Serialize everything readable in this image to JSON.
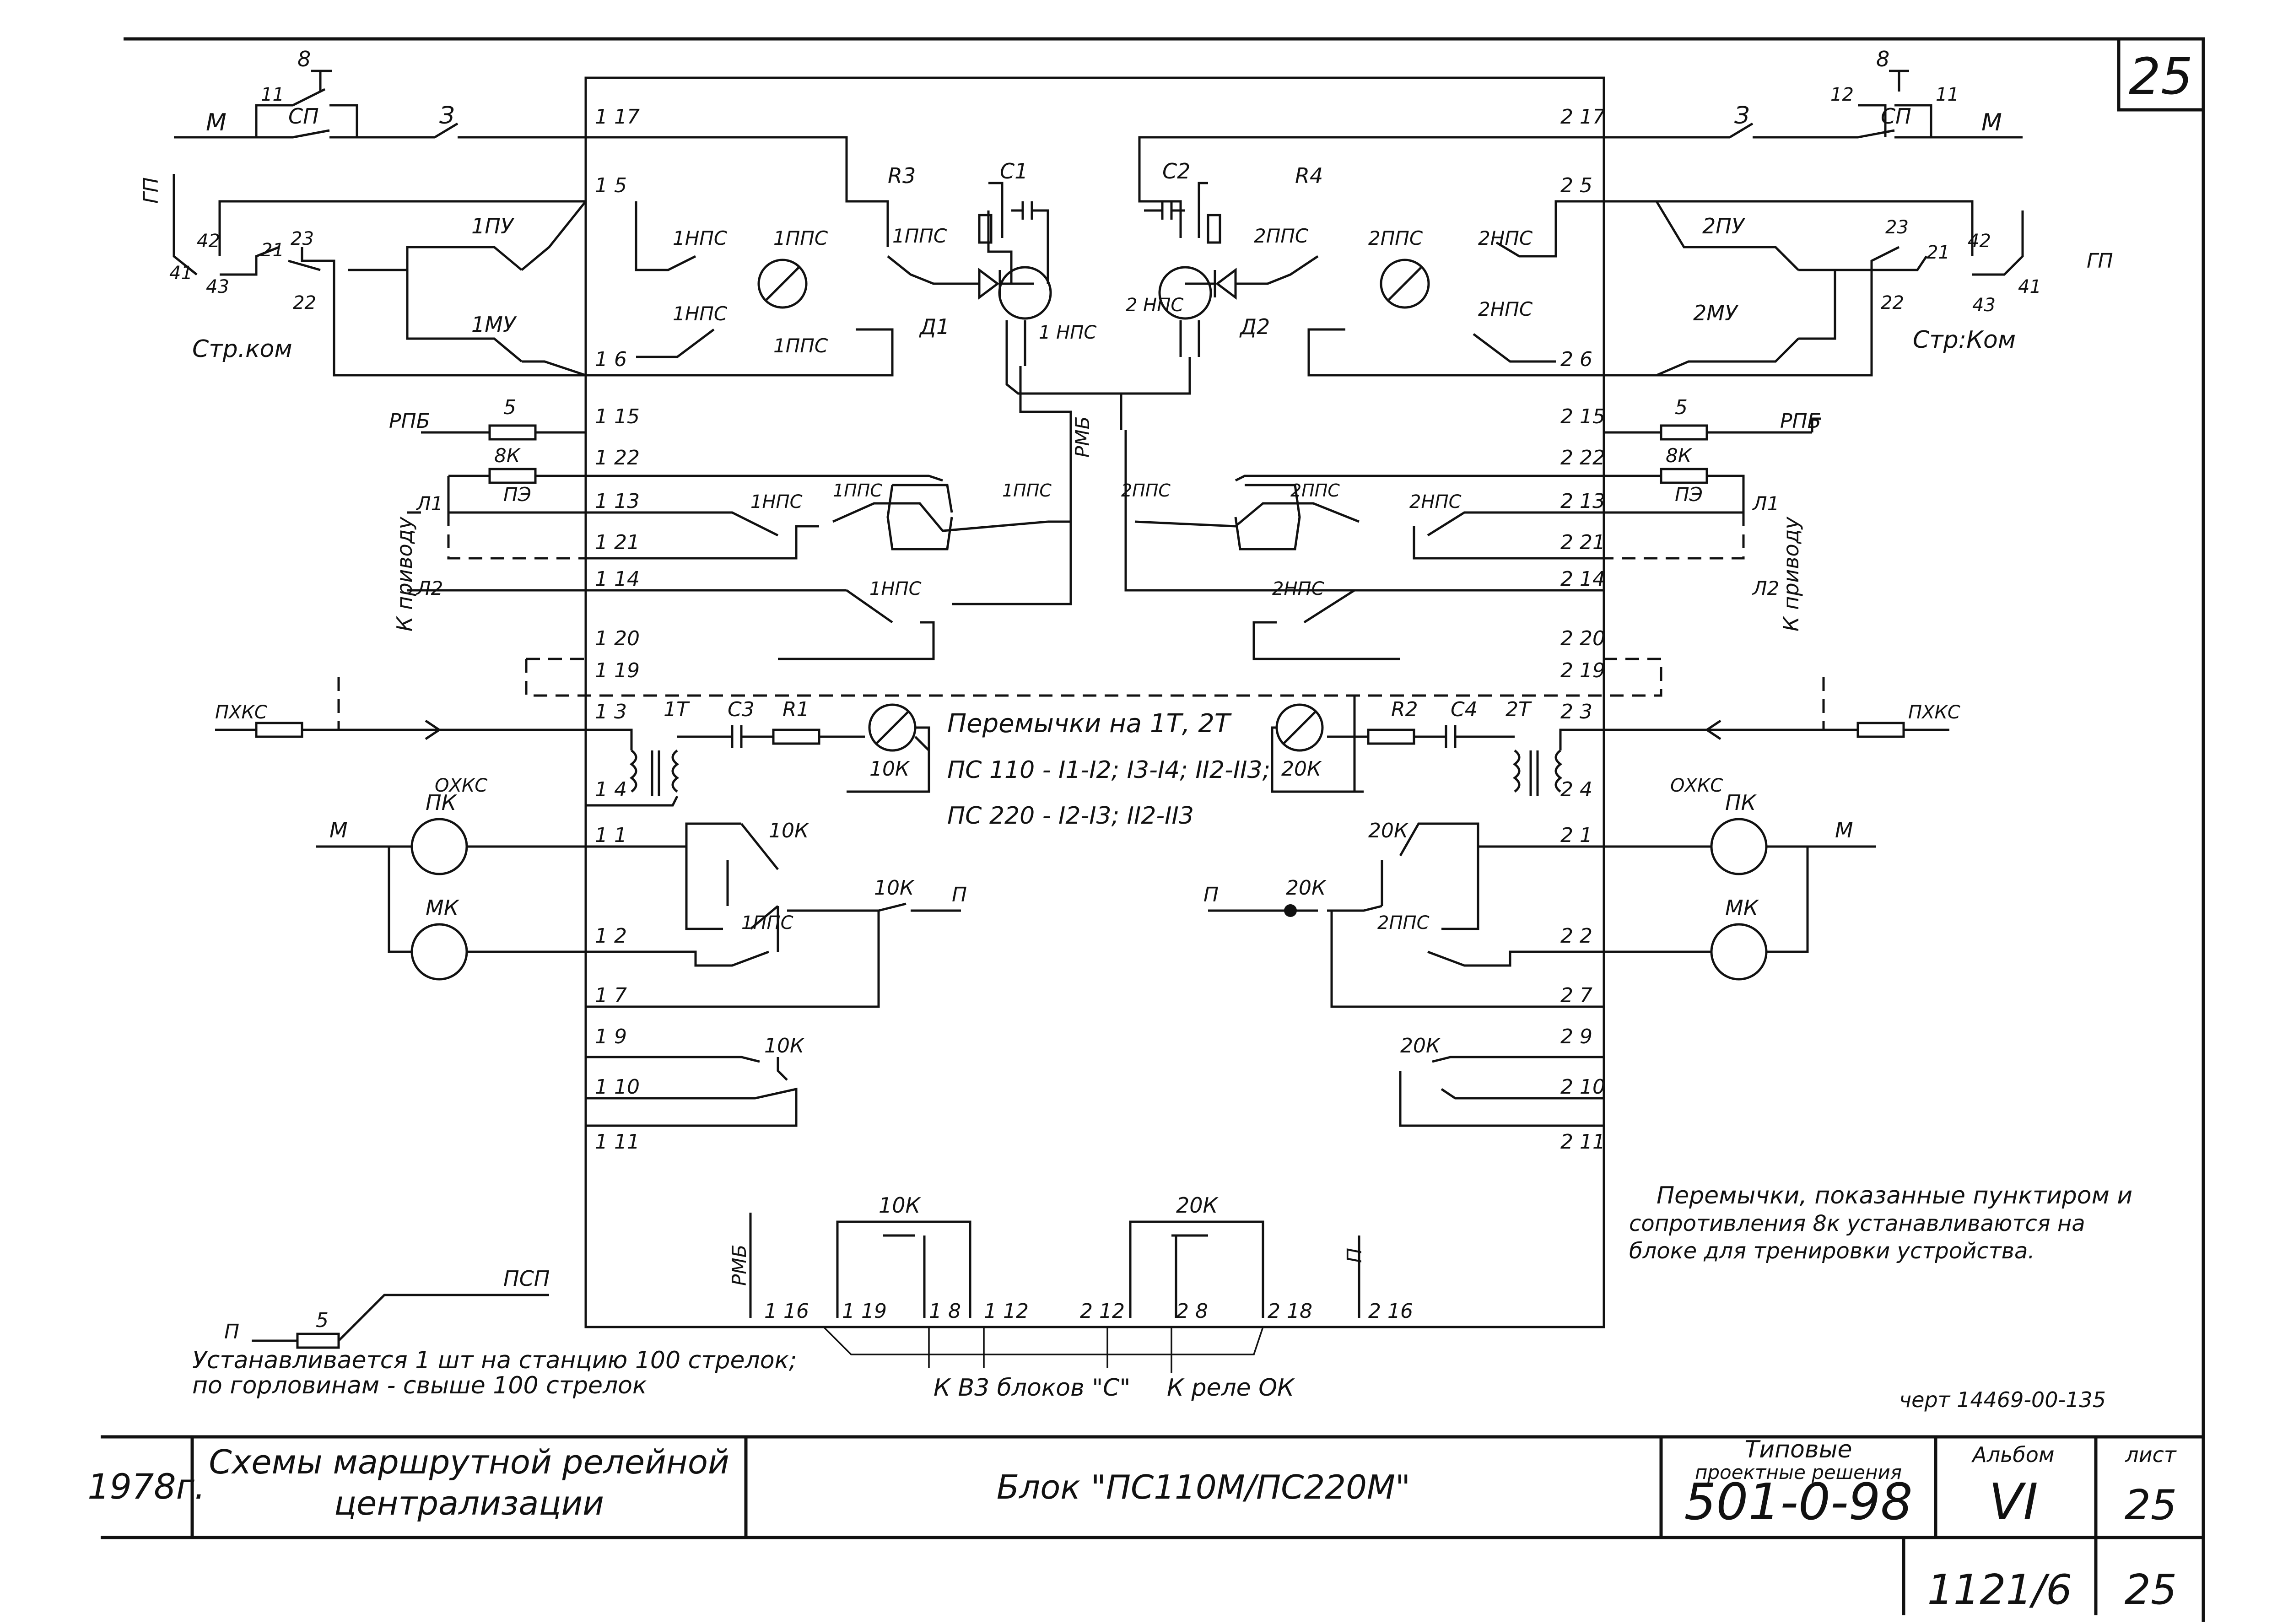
{
  "sheet_number": "25",
  "pins_left": [
    "1 17",
    "1 5",
    "1 6",
    "1 15",
    "1 22",
    "1 13",
    "1 21",
    "1 14",
    "1 20",
    "1 19",
    "1 3",
    "1 4",
    "1 1",
    "1 2",
    "1 7",
    "1 9",
    "1 10",
    "1 11"
  ],
  "pins_right": [
    "2 17",
    "2 5",
    "2 6",
    "2 15",
    "2 22",
    "2 13",
    "2 21",
    "2 14",
    "2 20",
    "2 19",
    "2 3",
    "2 4",
    "2 1",
    "2 2",
    "2 7",
    "2 9",
    "2 10",
    "2 11"
  ],
  "pins_bottom": [
    "1 16",
    "1 19",
    "1 8",
    "1 12",
    "2 12",
    "2 8",
    "2 18",
    "2 16"
  ],
  "labels": {
    "m": "М",
    "gp": "ГП",
    "sp": "СП",
    "z": "З",
    "n8": "8",
    "n11": "11",
    "n12": "12",
    "str_kom_left": "Стр.ком",
    "str_kom_right": "Стр:Ком",
    "pu1": "1ПУ",
    "mu1": "1МУ",
    "pu2": "2ПУ",
    "mu2": "2МУ",
    "nps1": "1НПС",
    "pps1": "1ППС",
    "nps2": "2НПС",
    "pps2": "2ППС",
    "r3": "R3",
    "r4": "R4",
    "c1": "C1",
    "c2": "C2",
    "d1": "Д1",
    "d2": "Д2",
    "nps1_coil": "1 НПС",
    "nps2_coil": "2 НПС",
    "rpb": "РПБ",
    "k8": "8К",
    "pe": "ПЭ",
    "rmb": "РМБ",
    "l1": "Л1",
    "l2": "Л2",
    "k_privodu": "К приводу",
    "pkhks": "ПХКС",
    "okhks": "ОХКС",
    "t1": "1Т",
    "t2": "2Т",
    "c3": "C3",
    "c4": "C4",
    "r1": "R1",
    "r2": "R2",
    "k10": "10К",
    "k20": "20К",
    "pk": "ПК",
    "mk": "МК",
    "p": "П",
    "psp": "ПСП",
    "n5": "5",
    "n41": "41",
    "n42": "42",
    "n43": "43",
    "n21": "21",
    "n22": "22",
    "n23": "23"
  },
  "jumper_note": {
    "line1": "Перемычки на 1Т, 2Т",
    "line2": "ПС 110 - I1-I2; I3-I4; II2-II3;",
    "line3": "ПС 220 - I2-I3; II2-II3"
  },
  "side_note": {
    "line1": "Перемычки, показанные пунктиром и",
    "line2": "сопротивления 8к устанавливаются на",
    "line3": "блоке для тренировки устройства."
  },
  "install_note": {
    "line1": "Устанавливается 1 шт на станцию 100 стрелок;",
    "line2": "по горловинам - свыше 100 стрелок"
  },
  "bottom_labels": {
    "k_v3": "К  В3  блоков \"С\"",
    "k_rele": "К реле ОК"
  },
  "drawing_ref": "черт 14469-00-135",
  "title_block": {
    "year": "1978г.",
    "title_line1": "Схемы маршрутной релейной",
    "title_line2": "централизации",
    "block_name": "Блок \"ПС110М/ПС220М\"",
    "typical_line1": "Типовые",
    "typical_line2": "проектные решения",
    "project_code": "501-0-98",
    "album_label": "Альбом",
    "album_value": "VI",
    "sheet_label": "лист",
    "sheet_value": "25",
    "bottom_code": "1121/6",
    "bottom_sheet": "25"
  }
}
